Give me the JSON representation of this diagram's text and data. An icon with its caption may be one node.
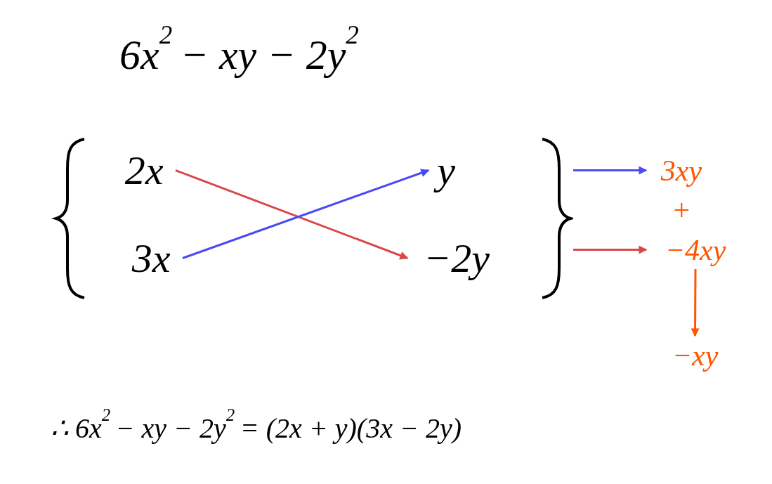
{
  "diagram": {
    "title": "6x$^{2}$ − xy − 2y$^{2}$",
    "caption": "∴ 6x$^{2}$ − xy − 2y$^{2}$ = (2x + y)(3x − 2y)",
    "nodes": [
      {
        "text": [
          "2x"
        ]
      },
      {
        "text": [
          "3x"
        ]
      },
      {
        "text": [
          "y"
        ]
      },
      {
        "text": [
          "−2y"
        ]
      },
      {
        "text": [],
        "shape": "brace"
      },
      {
        "text": [
          "3xy"
        ]
      },
      {
        "text": [
          "−4xy"
        ]
      },
      {
        "text": [
          "−xy"
        ]
      }
    ],
    "edges": [
      {
        "from": 0,
        "to": 3,
        "arrow": "to",
        "color": "#d94848"
      },
      {
        "from": 1,
        "to": 2,
        "arrow": "to",
        "color": "#4a4af5"
      },
      {
        "from": 4,
        "to": 5,
        "arrow": "to",
        "color": "#4a4af5"
      },
      {
        "from": 4,
        "to": 6,
        "arrow": "to",
        "color": "#d94848"
      },
      {
        "from": 6,
        "to": 7,
        "arrow": "to",
        "color": "#ff5500"
      }
    ],
    "labels": [
      "+"
    ]
  }
}
